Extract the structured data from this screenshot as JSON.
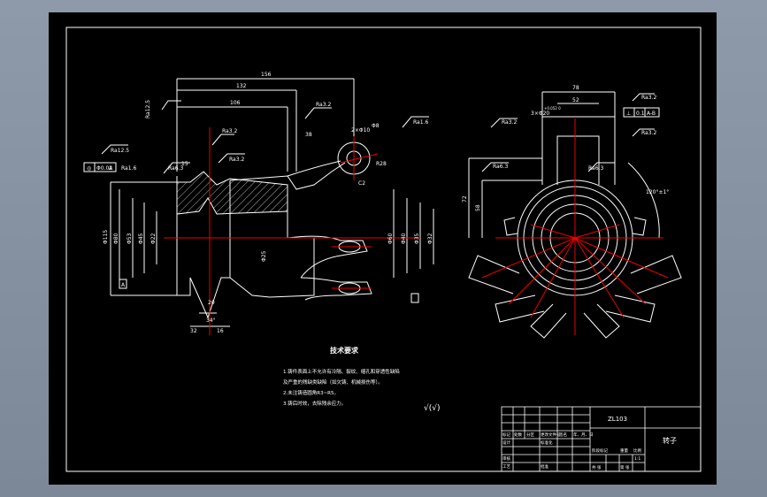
{
  "drawing": {
    "notes_heading": "技术要求",
    "notes": [
      "1.铸件表面上不允许有冷隔、裂纹、缩孔和穿透性缺陷",
      "  及严重的残缺类缺陷（如欠铸、机械损伤等）。",
      "2.未注铸造圆角R3~R5。",
      "3.铸后时效，去除残余应力。"
    ],
    "roughness_note": "√(√)",
    "front_view": {
      "dims": [
        "156",
        "132",
        "106",
        "38",
        "15",
        "20",
        "34°",
        "32",
        "16",
        "R28",
        "2×Φ10",
        "Φ8",
        "C2",
        "Φ115",
        "Φ80",
        "Φ53",
        "Φ45",
        "Φ60",
        "Φ40",
        "Φ35",
        "Φ32",
        "Φ25",
        "Φ22"
      ],
      "roughness": [
        "Ra12.5",
        "Ra3.2",
        "Ra3.2",
        "Ra3.2",
        "Ra1.6",
        "Ra12.5",
        "Ra1.6",
        "Ra6.3"
      ],
      "datum": "A",
      "tolerance": [
        "◎",
        "Φ0.02",
        "A"
      ]
    },
    "side_view": {
      "dims": [
        "78",
        "52",
        "3×Φ20",
        "72",
        "58",
        "120°±1°"
      ],
      "roughness": [
        "Ra3.2",
        "Ra6.3",
        "Ra6.3",
        "Ra3.2",
        "Ra3.2"
      ],
      "tolerance": [
        "⊥",
        "0.1",
        "A-B"
      ],
      "tol_offset": "+0.052 0"
    },
    "title_block": {
      "code": "ZL103",
      "part_name": "转子",
      "labels": {
        "mark": "标记",
        "count": "处数",
        "zone": "分区",
        "doc": "更改文件号",
        "sign": "签名",
        "date": "年、月、日",
        "design": "设计",
        "std": "标准化",
        "check": "审核",
        "process": "工艺",
        "approve": "批准",
        "stage": "阶段标记",
        "weight": "重量",
        "scale": "比例",
        "scale_val": "1:1",
        "sheets_total": "共  张",
        "sheet_no": "第  张"
      }
    }
  }
}
